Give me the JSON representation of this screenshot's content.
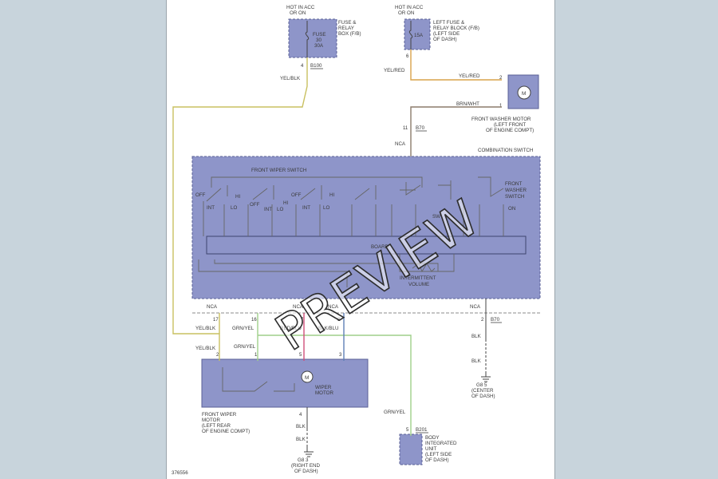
{
  "labels": {
    "fuse_box_hot": [
      "HOT IN ACC",
      "OR ON"
    ],
    "fuse_box_name": [
      "FUSE &",
      "RELAY",
      "BOX (F/B)"
    ],
    "fuse_box_fuse": [
      "FUSE",
      "30",
      "30A"
    ],
    "left_fuse_hot": [
      "HOT IN ACC",
      "OR ON"
    ],
    "left_fuse_name": [
      "LEFT FUSE &",
      "RELAY BLOCK (F/B)",
      "(LEFT SIDE",
      "OF DASH)"
    ],
    "left_fuse_amp": "15A",
    "pin_4_top": "4",
    "conn_b100": "B100",
    "wire_yelblk_top": "YEL/BLK",
    "pin_6_top": "6",
    "wire_yelred_left": "YEL/RED",
    "wire_yelred_right": "YEL/RED",
    "pin_2_washer": "2",
    "pin_1_washer": "1",
    "wire_brnwht": "BRN/WHT",
    "washer_motor_symbol": "M",
    "washer_motor_name": [
      "FRONT WASHER MOTOR",
      "(LEFT FRONT",
      "OF ENGINE COMPT)"
    ],
    "pin_11": "11",
    "conn_b70_top": "B70",
    "nca_top": "NCA",
    "combination_switch": "COMBINATION SWITCH",
    "front_wiper_switch": "FRONT WIPER SWITCH",
    "front_washer_switch": [
      "FRONT",
      "WASHER",
      "SWITCH"
    ],
    "sw_off": "OFF",
    "sw_hi": "HI",
    "sw_int": "INT",
    "sw_lo": "LO",
    "sw_on": "ON",
    "sw_sw": "SW",
    "board": "BOARD",
    "intermittent_volume": [
      "INTERMITTENT",
      "VOLUME"
    ],
    "nca_bottom": "NCA",
    "pin_17": "17",
    "pin_16": "16",
    "pin_7": "7",
    "pin_8": "8",
    "pin_2_bottom": "2",
    "conn_b70_bottom": "B70",
    "wire_yelblk_1": "YEL/BLK",
    "wire_grnyel_1": "GRN/YEL",
    "wire_redblu": "RED/BLU",
    "wire_blkblu": "BLK/BLU",
    "wire_yelblk_2": "YEL/BLK",
    "wire_grnyel_2": "GRN/YEL",
    "pin_2_motor": "2",
    "pin_1_motor": "1",
    "pin_5_motor": "5",
    "pin_3_motor": "3",
    "wiper_motor_symbol": "M",
    "wiper_motor_label": [
      "WIPER",
      "MOTOR"
    ],
    "front_wiper_motor": [
      "FRONT WIPER",
      "MOTOR",
      "(LEFT REAR",
      "OF ENGINE COMPT)"
    ],
    "pin_4_ground": "4",
    "wire_blk_1": "BLK",
    "wire_blk_2": "BLK",
    "ground_g3": [
      "G8 3",
      "(RIGHT END",
      "OF DASH)"
    ],
    "wire_blk_3": "BLK",
    "wire_blk_4": "BLK",
    "ground_g5": [
      "G8 5",
      "(CENTER",
      "OF DASH)"
    ],
    "wire_grnyel_3": "GRN/YEL",
    "pin_5_biu": "5",
    "conn_b201": "B201",
    "biu_name": [
      "BODY",
      "INTEGRATED",
      "UNIT",
      "(LEFT SIDE",
      "OF DASH)"
    ],
    "drawing_number": "376556"
  },
  "watermark": "PREVIEW",
  "colors": {
    "page_background": "#c8d4dc",
    "sheet": "#ffffff",
    "component_fill": "#8e95c9",
    "component_border": "#5a6096",
    "wire_yellow": "#c9c060",
    "wire_orange": "#d9a34a",
    "wire_brown": "#8c7c6c",
    "wire_green": "#9fcf8a",
    "wire_red": "#cf4f7a",
    "wire_blue": "#5f7fb5",
    "wire_black": "#444444"
  }
}
